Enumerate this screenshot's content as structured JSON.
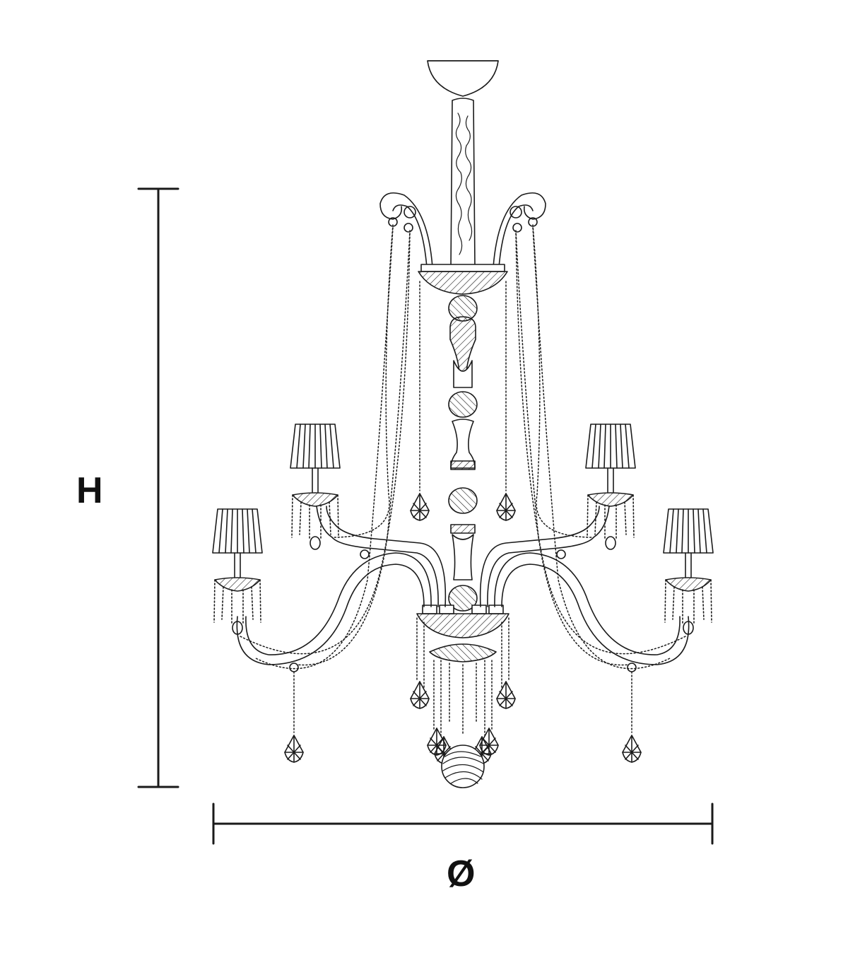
{
  "dimensions": {
    "height_label": "H",
    "diameter_label": "Ø"
  },
  "colors": {
    "line": "#1a1a1a",
    "background": "#ffffff"
  },
  "fixture": {
    "tiers": 2,
    "shaded_lights": 4,
    "upper_tier_lights": 2,
    "lower_tier_lights": 2
  }
}
